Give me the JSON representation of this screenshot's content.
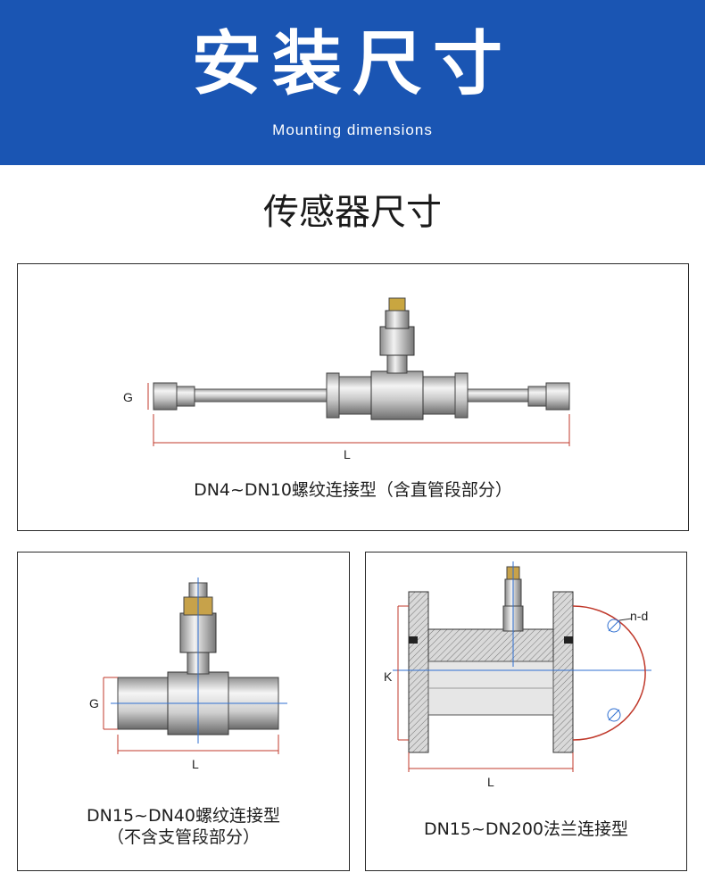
{
  "banner": {
    "title": "安装尺寸",
    "subtitle": "Mounting dimensions"
  },
  "section": {
    "title": "传感器尺寸"
  },
  "figures": [
    {
      "caption": "DN4~DN10螺纹连接型（含直管段部分）",
      "labels": {
        "g": "G",
        "l": "L"
      }
    },
    {
      "caption_line1": "DN15~DN40螺纹连接型",
      "caption_line2": "（不含支管段部分）",
      "labels": {
        "g": "G",
        "l": "L"
      }
    },
    {
      "caption": "DN15~DN200法兰连接型",
      "labels": {
        "k": "K",
        "l": "L",
        "nd": "n-d"
      }
    }
  ],
  "colors": {
    "banner_blue": "#1a55b3",
    "dimension_red": "#c0392b",
    "axis_blue": "#2f6fd1"
  }
}
